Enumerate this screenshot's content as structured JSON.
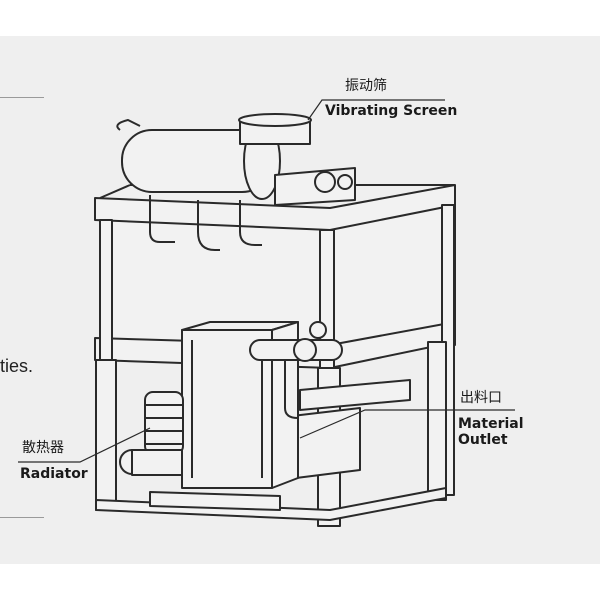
{
  "side_text": "ties.",
  "labels": {
    "vibrating_screen": {
      "cn": "振动筛",
      "en": "Vibrating Screen"
    },
    "material_outlet": {
      "cn": "出料口",
      "en_line1": "Material",
      "en_line2": "Outlet"
    },
    "radiator": {
      "cn": "散热器",
      "en": "Radiator"
    }
  },
  "colors": {
    "panel": "#efefef",
    "line": "#2a2a2a",
    "fill": "#f2f2f2"
  }
}
